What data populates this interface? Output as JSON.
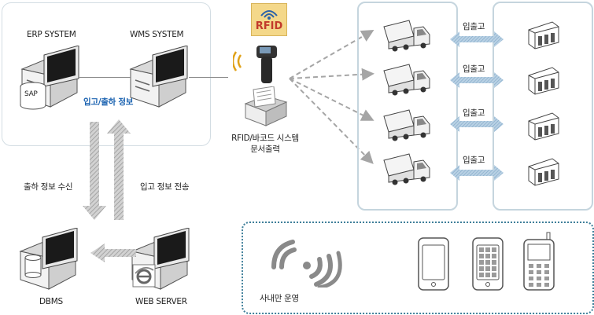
{
  "labels": {
    "erp": "ERP SYSTEM",
    "wms": "WMS SYSTEM",
    "sap": "SAP",
    "inout_info": "입고/출하 정보",
    "ship_receive": "출하 정보 수신",
    "in_send": "입고 정보 전송",
    "dbms": "DBMS",
    "web_server": "WEB SERVER",
    "rfid_badge": "RFID",
    "rfid_caption_line1": "RFID/바코드 시스템",
    "rfid_caption_line2": "문서출력",
    "in_out_1": "입출고",
    "in_out_2": "입출고",
    "in_out_3": "입출고",
    "in_out_4": "입출고",
    "internal_ops": "사내만 운영"
  },
  "colors": {
    "panel_border": "#c5d5de",
    "dotted_border": "#3f7f9a",
    "blue_text": "#1a62b0",
    "link_arrow": "#8fb3cf",
    "dashed_arrow": "#a5a5a5"
  }
}
